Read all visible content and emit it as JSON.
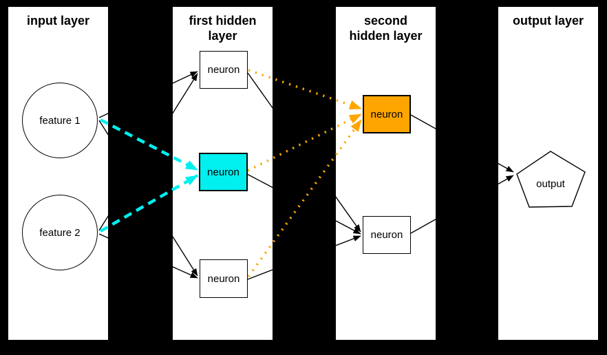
{
  "diagram": {
    "kind": "neural-network-diagram",
    "canvas": {
      "background": "#000000",
      "panel_background": "#ffffff"
    },
    "colors": {
      "edge": "#000000",
      "cyan": "#00EFEF",
      "orange": "#FFA500",
      "node_fill": "#ffffff",
      "text": "#000000"
    },
    "layers": [
      {
        "name": "input",
        "title_lines": [
          "input layer"
        ]
      },
      {
        "name": "first-hidden",
        "title_lines": [
          "first hidden",
          "layer"
        ]
      },
      {
        "name": "second-hidden",
        "title_lines": [
          "second",
          "hidden layer"
        ]
      },
      {
        "name": "output",
        "title_lines": [
          "output layer"
        ]
      }
    ],
    "nodes": {
      "feature1": {
        "label": "feature 1",
        "shape": "circle",
        "layer": "input"
      },
      "feature2": {
        "label": "feature 2",
        "shape": "circle",
        "layer": "input"
      },
      "h1_top": {
        "label": "neuron",
        "shape": "rect",
        "layer": "first-hidden",
        "fill": "#ffffff"
      },
      "h1_mid": {
        "label": "neuron",
        "shape": "rect",
        "layer": "first-hidden",
        "fill": "#00EFEF"
      },
      "h1_bottom": {
        "label": "neuron",
        "shape": "rect",
        "layer": "first-hidden",
        "fill": "#ffffff"
      },
      "h2_top": {
        "label": "neuron",
        "shape": "rect",
        "layer": "second-hidden",
        "fill": "#FFA500"
      },
      "h2_bottom": {
        "label": "neuron",
        "shape": "rect",
        "layer": "second-hidden",
        "fill": "#ffffff"
      },
      "output": {
        "label": "output",
        "shape": "pentagon",
        "layer": "output"
      }
    },
    "edges": [
      {
        "from": "feature1",
        "to": "h1_top",
        "style": "solid",
        "color": "black"
      },
      {
        "from": "feature1",
        "to": "h1_bottom",
        "style": "solid",
        "color": "black"
      },
      {
        "from": "feature2",
        "to": "h1_top",
        "style": "solid",
        "color": "black"
      },
      {
        "from": "feature2",
        "to": "h1_bottom",
        "style": "solid",
        "color": "black"
      },
      {
        "from": "feature1",
        "to": "h1_mid",
        "style": "dashed",
        "color": "cyan"
      },
      {
        "from": "feature2",
        "to": "h1_mid",
        "style": "dashed",
        "color": "cyan"
      },
      {
        "from": "h1_top",
        "to": "h2_top",
        "style": "dotted",
        "color": "orange"
      },
      {
        "from": "h1_mid",
        "to": "h2_top",
        "style": "dotted",
        "color": "orange"
      },
      {
        "from": "h1_bottom",
        "to": "h2_top",
        "style": "dotted",
        "color": "orange"
      },
      {
        "from": "h1_top",
        "to": "h2_bottom",
        "style": "solid",
        "color": "black"
      },
      {
        "from": "h1_mid",
        "to": "h2_bottom",
        "style": "solid",
        "color": "black"
      },
      {
        "from": "h1_bottom",
        "to": "h2_bottom",
        "style": "solid",
        "color": "black"
      },
      {
        "from": "h2_top",
        "to": "output",
        "style": "solid",
        "color": "black"
      },
      {
        "from": "h2_bottom",
        "to": "output",
        "style": "solid",
        "color": "black"
      }
    ]
  }
}
